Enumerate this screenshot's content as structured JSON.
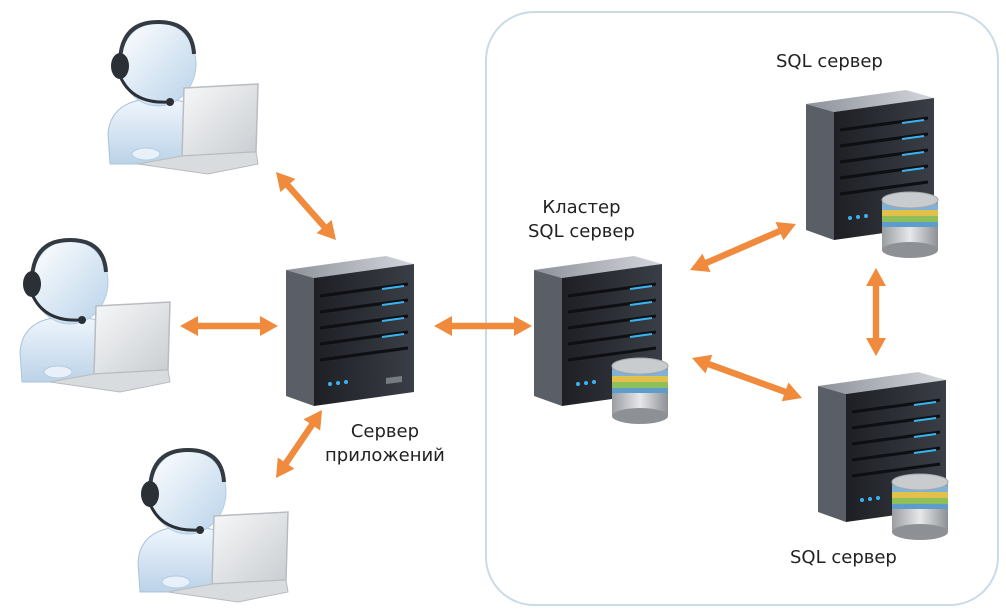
{
  "labels": {
    "app_server": [
      "Сервер",
      "приложений"
    ],
    "cluster": [
      "Кластер",
      "SQL сервер"
    ],
    "sql_top": "SQL сервер",
    "sql_bottom": "SQL сервер"
  },
  "colors": {
    "arrow": "#f08a3c",
    "cluster_border": "#c9dbe6",
    "server_body": "#2a2d33",
    "server_light": "#39b4f0",
    "user": "#dbe9f6",
    "laptop": "#e4e6e8"
  },
  "nodes": [
    {
      "id": "user-top",
      "type": "user"
    },
    {
      "id": "user-middle",
      "type": "user"
    },
    {
      "id": "user-bottom",
      "type": "user"
    },
    {
      "id": "app-server",
      "type": "server"
    },
    {
      "id": "cluster-sql-server",
      "type": "server-db"
    },
    {
      "id": "sql-server-top",
      "type": "server-db"
    },
    {
      "id": "sql-server-bottom",
      "type": "server-db"
    }
  ],
  "connections": [
    {
      "from": "user-top",
      "to": "app-server",
      "bidirectional": true
    },
    {
      "from": "user-middle",
      "to": "app-server",
      "bidirectional": true
    },
    {
      "from": "user-bottom",
      "to": "app-server",
      "bidirectional": true
    },
    {
      "from": "app-server",
      "to": "cluster-sql-server",
      "bidirectional": true
    },
    {
      "from": "cluster-sql-server",
      "to": "sql-server-top",
      "bidirectional": true
    },
    {
      "from": "cluster-sql-server",
      "to": "sql-server-bottom",
      "bidirectional": true
    },
    {
      "from": "sql-server-top",
      "to": "sql-server-bottom",
      "bidirectional": true
    }
  ]
}
